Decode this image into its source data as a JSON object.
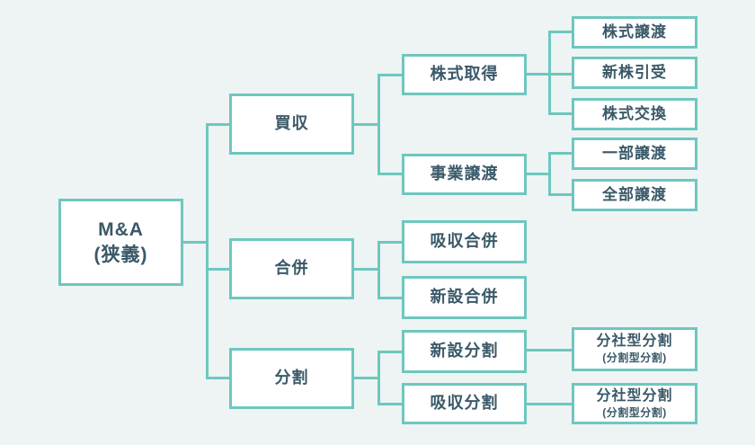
{
  "page": {
    "title": "M&A classification tree diagram",
    "background_color": "#edf4f3"
  },
  "colors": {
    "accent_teal": "#6ec7bf",
    "text_dark": "#3a5968",
    "box_background": "#ffffff"
  },
  "nodes": {
    "root": {
      "label": "M&A",
      "sublabel": "(狭義)"
    },
    "baishu": {
      "label": "買収"
    },
    "gappei": {
      "label": "合併"
    },
    "bunkatsu": {
      "label": "分割"
    },
    "kabushiki_shutoku": {
      "label": "株式取得"
    },
    "jigyo_joto": {
      "label": "事業譲渡"
    },
    "kyushu_gappei": {
      "label": "吸収合併"
    },
    "shinsetsu_gappei": {
      "label": "新設合併"
    },
    "shinsetsu_bunkatsu": {
      "label": "新設分割"
    },
    "kyushu_bunkatsu": {
      "label": "吸収分割"
    },
    "kabushiki_joto": {
      "label": "株式譲渡"
    },
    "shinkabu_hikiuke": {
      "label": "新株引受"
    },
    "kabushiki_kokan": {
      "label": "株式交換"
    },
    "ichibu_joto": {
      "label": "一部譲渡"
    },
    "zenbu_joto": {
      "label": "全部譲渡"
    },
    "bunshagata_shinsetsu": {
      "label": "分社型分割",
      "sublabel": "(分割型分割)"
    },
    "bunshagata_kyushu": {
      "label": "分社型分割",
      "sublabel": "(分割型分割)"
    }
  },
  "tree": {
    "M&A (狭義)": {
      "買収": {
        "株式取得": [
          "株式譲渡",
          "新株引受",
          "株式交換"
        ],
        "事業譲渡": [
          "一部譲渡",
          "全部譲渡"
        ]
      },
      "合併": [
        "吸収合併",
        "新設合併"
      ],
      "分割": {
        "新設分割": [
          "分社型分割 (分割型分割)"
        ],
        "吸収分割": [
          "分社型分割 (分割型分割)"
        ]
      }
    }
  }
}
